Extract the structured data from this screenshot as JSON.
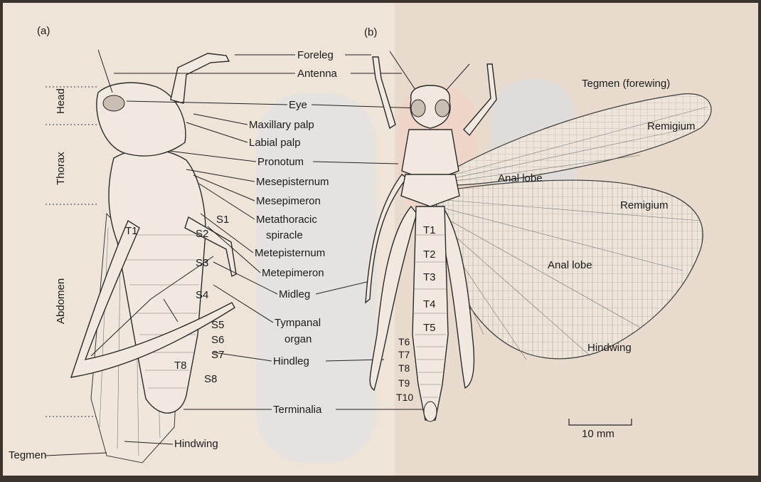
{
  "panel_a": {
    "letter": "(a)",
    "regions": [
      "Head",
      "Thorax",
      "Abdomen"
    ],
    "segments": [
      "T1",
      "S1",
      "S2",
      "S3",
      "S4",
      "S5",
      "S6",
      "S7",
      "T8",
      "S8"
    ],
    "bottom_labels": [
      "Tegmen",
      "Hindwing"
    ]
  },
  "panel_b": {
    "letter": "(b)",
    "segments": [
      "T1",
      "T2",
      "T3",
      "T4",
      "T5",
      "T6",
      "T7",
      "T8",
      "T9",
      "T10"
    ],
    "wing_labels": {
      "tegmen": "Tegmen (forewing)",
      "remigium_fore": "Remigium",
      "anal_lobe_fore": "Anal lobe",
      "remigium_hind": "Remigium",
      "anal_lobe_hind": "Anal lobe",
      "hindwing": "Hindwing"
    },
    "scale_bar": "10 mm"
  },
  "center_labels": [
    "Foreleg",
    "Antenna",
    "Eye",
    "Maxillary palp",
    "Labial palp",
    "Pronotum",
    "Mesepisternum",
    "Mesepimeron",
    "Metathoracic",
    "spiracle",
    "Metepisternum",
    "Metepimeron",
    "Midleg",
    "Tympanal",
    "organ",
    "Hindleg",
    "Terminalia"
  ],
  "colors": {
    "page": "#efe4d8",
    "frame": "#3a342c",
    "ink": "#1b1b1b"
  }
}
